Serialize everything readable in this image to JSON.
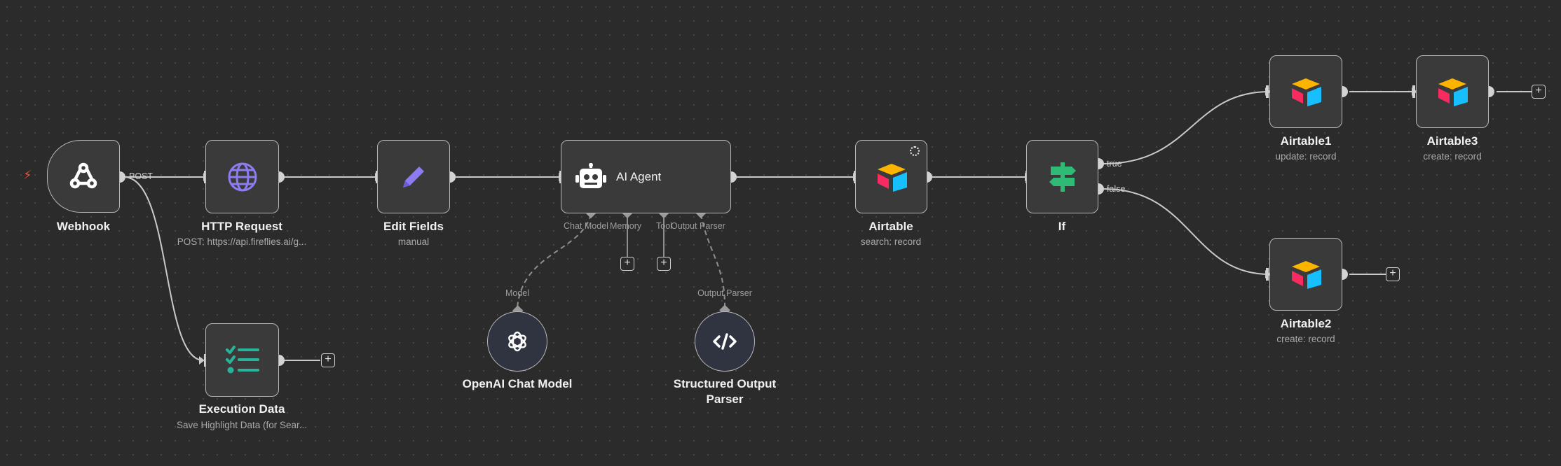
{
  "canvas": {
    "background": "#2b2b2b",
    "node_fill": "#3a3a3a",
    "node_border": "#b8b8b8",
    "wire_color": "#c9c9c9",
    "sub_connection_color": "#8e8e8e"
  },
  "nodes": {
    "webhook": {
      "title": "Webhook",
      "output_label": "POST",
      "icon": "webhook-icon",
      "trigger_icon": "lightning-bolt-icon"
    },
    "http_request": {
      "title": "HTTP Request",
      "subtitle": "POST: https://api.fireflies.ai/g...",
      "icon": "globe-icon"
    },
    "edit_fields": {
      "title": "Edit Fields",
      "subtitle": "manual",
      "icon": "pencil-icon"
    },
    "ai_agent": {
      "title": "AI Agent",
      "icon": "robot-icon",
      "ports": {
        "chat_model": "Chat Model",
        "memory": "Memory",
        "tool": "Tool",
        "output_parser": "Output Parser"
      }
    },
    "airtable": {
      "title": "Airtable",
      "subtitle": "search: record",
      "icon": "airtable-icon"
    },
    "if": {
      "title": "If",
      "true_label": "true",
      "false_label": "false",
      "icon": "signpost-icon"
    },
    "airtable1": {
      "title": "Airtable1",
      "subtitle": "update: record",
      "icon": "airtable-icon"
    },
    "airtable3": {
      "title": "Airtable3",
      "subtitle": "create: record",
      "icon": "airtable-icon"
    },
    "airtable2": {
      "title": "Airtable2",
      "subtitle": "create: record",
      "icon": "airtable-icon"
    },
    "execution_data": {
      "title": "Execution Data",
      "subtitle": "Save Highlight Data (for Sear...",
      "icon": "checklist-icon"
    },
    "openai_chat_model": {
      "title": "OpenAI Chat Model",
      "connector_label": "Model",
      "icon": "openai-icon"
    },
    "structured_output_parser": {
      "title_line1": "Structured Output",
      "title_line2": "Parser",
      "connector_label": "Output Parser",
      "icon": "code-icon"
    }
  },
  "add_button": "+"
}
